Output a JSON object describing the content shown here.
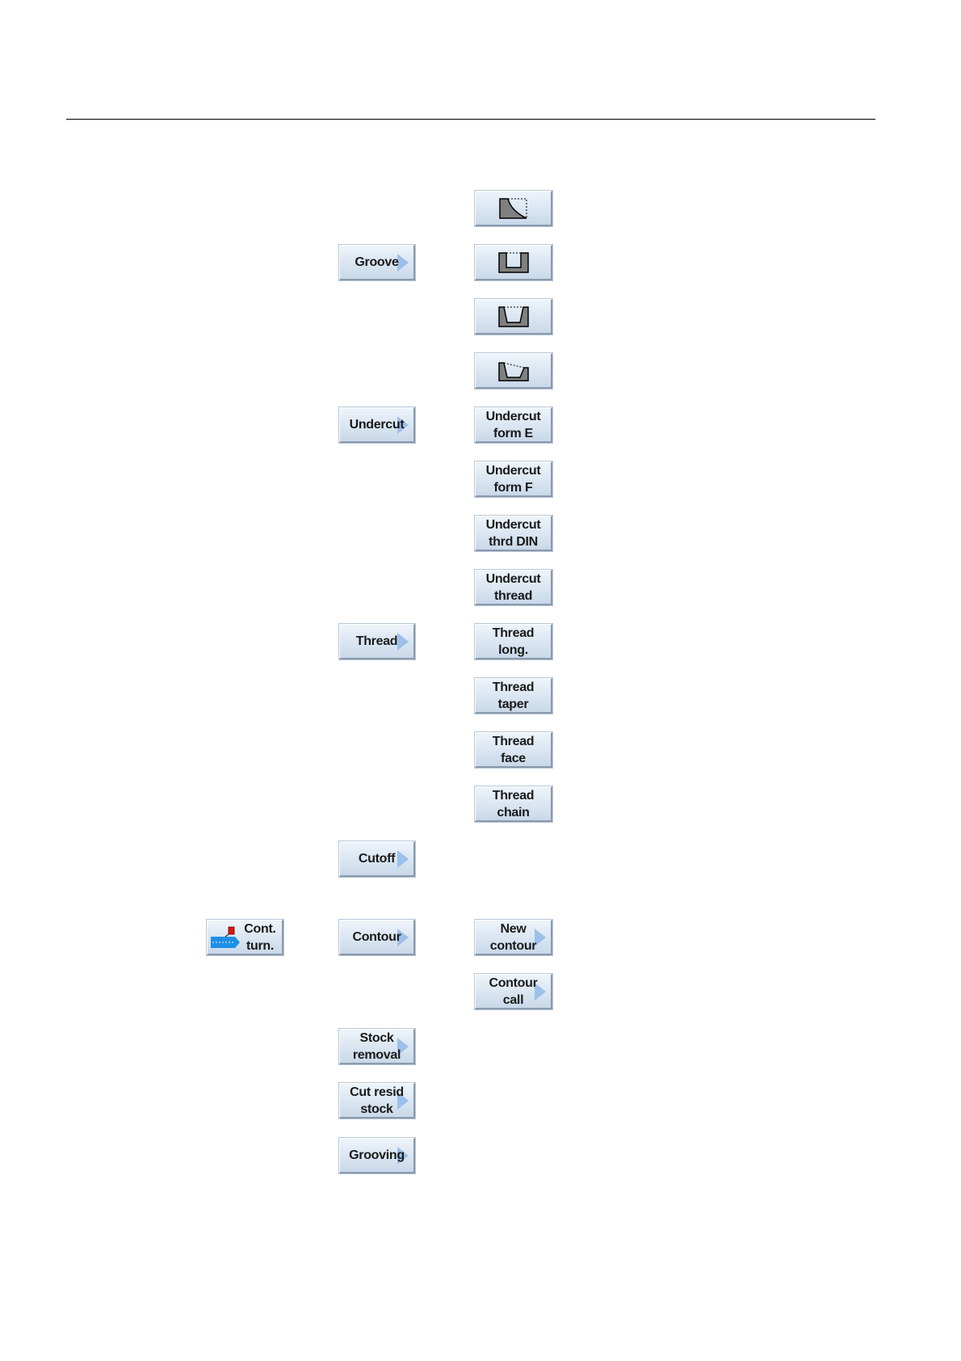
{
  "column2": {
    "groove": "Groove",
    "undercut": "Undercut",
    "thread": "Thread",
    "cutoff": "Cutoff",
    "contour": "Contour",
    "stock_removal": "Stock\nremoval",
    "cut_resid_stock": "Cut resid\nstock",
    "grooving": "Grooving"
  },
  "column3": {
    "undercut_form_e": "Undercut\nform E",
    "undercut_form_f": "Undercut\nform F",
    "undercut_thrd_din": "Undercut\nthrd DIN",
    "undercut_thread": "Undercut\nthread",
    "thread_long": "Thread\nlong.",
    "thread_taper": "Thread\ntaper",
    "thread_face": "Thread\nface",
    "thread_chain": "Thread\nchain",
    "new_contour": "New\ncontour",
    "contour_call": "Contour\ncall"
  },
  "column1": {
    "cont_turn": "Cont.\nturn."
  },
  "icons": {
    "icon1": "stock-removal-corner-icon",
    "icon2": "groove-rectangular-icon",
    "icon3": "groove-trapezoid-icon",
    "icon4": "groove-inclined-icon"
  },
  "colors": {
    "softkey_top": "#eef4fa",
    "softkey_bottom": "#c9d8e9",
    "arrow": "#9cc0ea",
    "icon_fill": "#808080"
  }
}
